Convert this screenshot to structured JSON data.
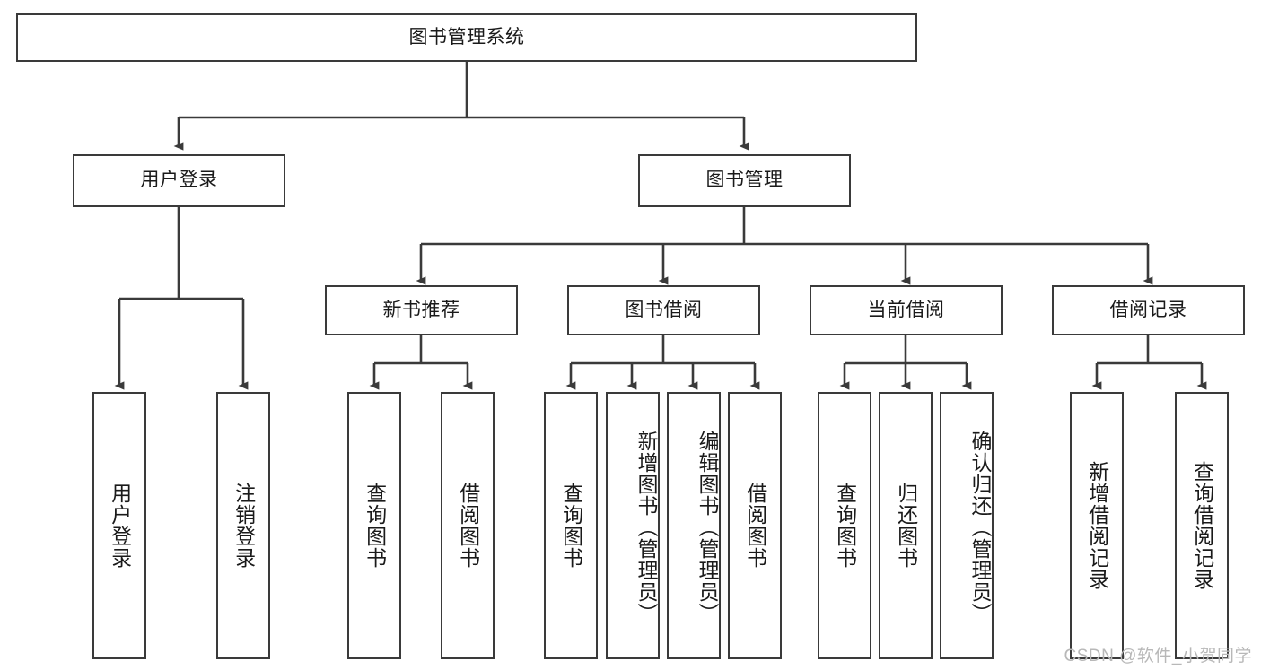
{
  "diagram": {
    "title": "图书管理系统",
    "type": "tree-hierarchy-diagram",
    "root": {
      "id": "root",
      "label": "图书管理系统"
    },
    "level2": [
      {
        "id": "user-login",
        "label": "用户登录"
      },
      {
        "id": "book-management",
        "label": "图书管理"
      }
    ],
    "level3": [
      {
        "id": "new-book-recommend",
        "label": "新书推荐"
      },
      {
        "id": "book-borrow",
        "label": "图书借阅"
      },
      {
        "id": "current-borrow",
        "label": "当前借阅"
      },
      {
        "id": "borrow-record",
        "label": "借阅记录"
      }
    ],
    "leaves": [
      {
        "id": "leaf-user-login",
        "label": "用户登录",
        "parent": "用户登录"
      },
      {
        "id": "leaf-logout-login",
        "label": "注销登录",
        "parent": "用户登录"
      },
      {
        "id": "leaf-query-book-1",
        "label": "查询图书",
        "parent": "新书推荐"
      },
      {
        "id": "leaf-borrow-book-1",
        "label": "借阅图书",
        "parent": "新书推荐"
      },
      {
        "id": "leaf-query-book-2",
        "label": "查询图书",
        "parent": "图书借阅"
      },
      {
        "id": "leaf-add-book",
        "label": "新增图书（管理员）",
        "parent": "图书借阅"
      },
      {
        "id": "leaf-edit-book",
        "label": "编辑图书（管理员）",
        "parent": "图书借阅"
      },
      {
        "id": "leaf-borrow-book-2",
        "label": "借阅图书",
        "parent": "图书借阅"
      },
      {
        "id": "leaf-query-book-3",
        "label": "查询图书",
        "parent": "当前借阅"
      },
      {
        "id": "leaf-return-book",
        "label": "归还图书",
        "parent": "当前借阅"
      },
      {
        "id": "leaf-confirm-return",
        "label": "确认归还（管理员）",
        "parent": "当前借阅"
      },
      {
        "id": "leaf-add-record",
        "label": "新增借阅记录",
        "parent": "借阅记录"
      },
      {
        "id": "leaf-query-record",
        "label": "查询借阅记录",
        "parent": "借阅记录"
      }
    ],
    "colors": {
      "border": "#3a3a3a",
      "background": "#ffffff",
      "text": "#1a1a1a",
      "watermark": "#b8b8b8"
    }
  },
  "watermark": {
    "text": "CSDN @软件_小贺同学"
  }
}
